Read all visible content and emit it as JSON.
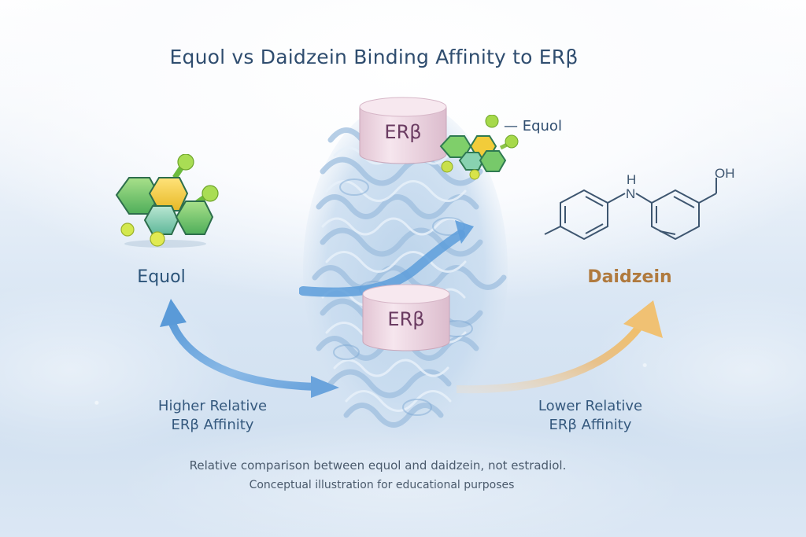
{
  "title": "Equol vs Daidzein Binding Affinity to ERβ",
  "receptors": {
    "top_label": "ERβ",
    "bottom_label": "ERβ"
  },
  "molecules": {
    "left_label": "Equol",
    "right_label": "Daidzein",
    "bound_label": "— Equol",
    "daidzein_structure": {
      "atom_labels": [
        "H",
        "N",
        "OH"
      ]
    }
  },
  "affinity": {
    "higher": {
      "line1": "Higher Relative",
      "line2": "ERβ Affinity"
    },
    "lower": {
      "line1": "Lower Relative",
      "line2": "ERβ Affinity"
    }
  },
  "notes": {
    "line1": "Relative comparison between equol and daidzein, not estradiol.",
    "line2": "Conceptual illustration for educational purposes"
  },
  "colors": {
    "title": "#2f4d6f",
    "equol_label": "#2c5479",
    "daidzein_label": "#b07a3e",
    "receptor_text": "#6b3c62",
    "receptor_fill": "#f1dbe6",
    "blue_arrow": "#6fa6dc",
    "gold_arrow": "#e9b86d",
    "hex_green": "#7fcf6a",
    "hex_yellow": "#f2cc3a"
  }
}
